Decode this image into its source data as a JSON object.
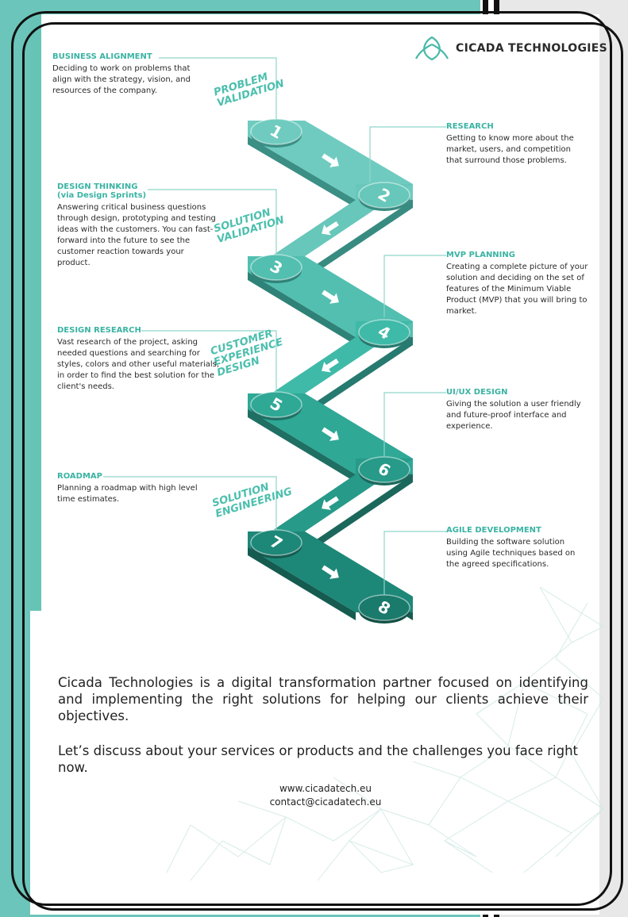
{
  "brand": {
    "name": "CICADA TECHNOLOGIES"
  },
  "colors": {
    "accent": "#3ab3a3",
    "teal_light": "#6cc5ba",
    "teal_dark": "#1a6f62",
    "text": "#222222"
  },
  "phases": [
    {
      "label": "PROBLEM\nVALIDATION"
    },
    {
      "label": "SOLUTION\nVALIDATION"
    },
    {
      "label": "CUSTOMER\nEXPERIENCE\nDESIGN"
    },
    {
      "label": "SOLUTION\nENGINEERING"
    }
  ],
  "steps": [
    {
      "number": "1",
      "title": "BUSINESS ALIGNMENT",
      "desc": "Deciding to work on problems that align with the strategy, vision, and resources of the company."
    },
    {
      "number": "2",
      "title": "RESEARCH",
      "desc": "Getting to know more about the market, users, and competition that surround those problems."
    },
    {
      "number": "3",
      "title": "DESIGN THINKING",
      "subtitle": "(via Design Sprints)",
      "desc": "Answering critical business questions through design, prototyping and testing ideas with the customers. You can fast-forward into the future to see the customer reaction towards your product."
    },
    {
      "number": "4",
      "title": "MVP PLANNING",
      "desc": "Creating a complete picture of your solution and deciding on the set of features of the Minimum Viable Product (MVP) that you will bring to market."
    },
    {
      "number": "5",
      "title": "DESIGN RESEARCH",
      "desc": "Vast research of the project, asking needed questions and searching for styles, colors and other useful materials, in order to find the best solution for the client's needs."
    },
    {
      "number": "6",
      "title": "UI/UX DESIGN",
      "desc": "Giving the solution a user friendly and future-proof interface and experience."
    },
    {
      "number": "7",
      "title": "ROADMAP",
      "desc": "Planning a roadmap with high level time estimates."
    },
    {
      "number": "8",
      "title": "AGILE DEVELOPMENT",
      "desc": "Building the software solution using Agile techniques based on the agreed specifications."
    }
  ],
  "footer": {
    "paragraph1": "Cicada Technologies is a digital transformation partner focused on identifying and implementing the right solutions for helping our clients achieve their objectives.",
    "paragraph2": "Let’s discuss about your services or products and the challenges you face right now.",
    "website": "www.cicadatech.eu",
    "email": "contact@cicadatech.eu"
  }
}
